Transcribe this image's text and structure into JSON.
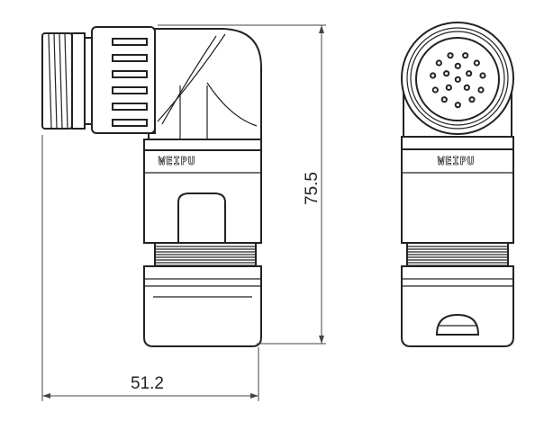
{
  "drawing": {
    "brand_marking": "WEIPU",
    "dimensions": {
      "height": "75.5",
      "width": "51.2"
    },
    "views": [
      "side-view",
      "front-view"
    ],
    "contact_count": 17,
    "line_color": "#222222"
  }
}
